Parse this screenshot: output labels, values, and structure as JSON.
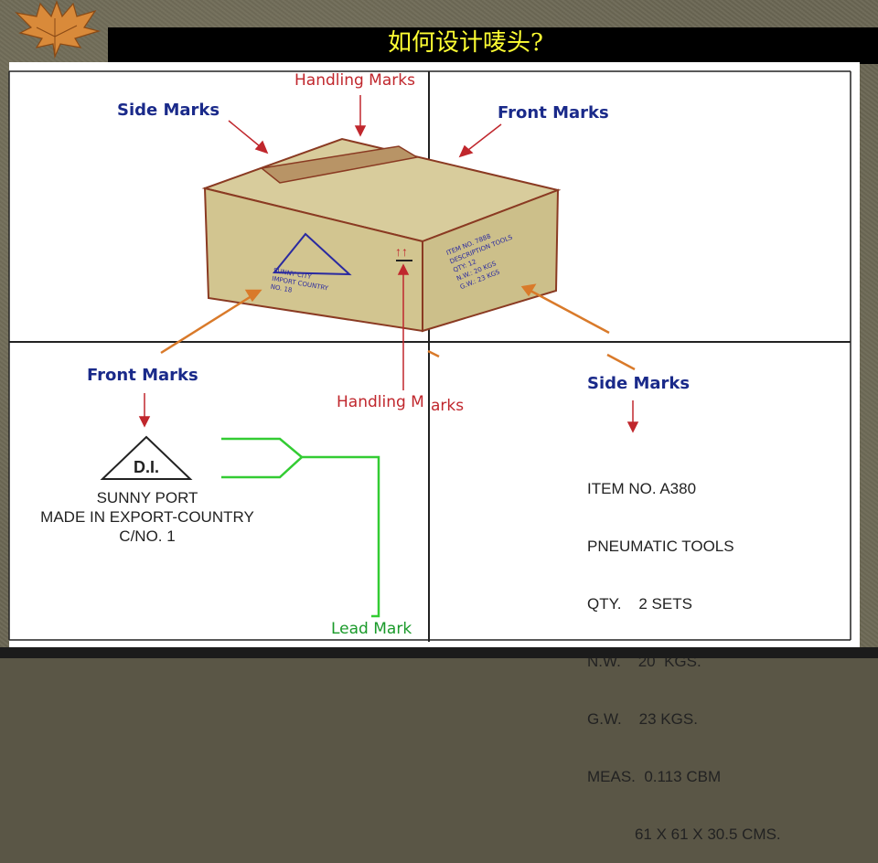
{
  "slide": {
    "title": "如何设计唛头?"
  },
  "labels": {
    "handling_marks_top": "Handling Marks",
    "side_marks_top": "Side Marks",
    "front_marks_top": "Front Marks",
    "front_marks_bottom": "Front Marks",
    "handling_marks_bottom_a": "Handling M",
    "handling_marks_bottom_b": "arks",
    "side_marks_bottom": "Side Marks",
    "lead_mark": "Lead Mark"
  },
  "box": {
    "front_lines": [
      "SUNNY CITY",
      "IMPORT COUNTRY",
      "NO. 18"
    ],
    "side_lines": [
      "ITEM NO. 7888",
      "DESCRIPTION TOOLS",
      "QTY: 12",
      "N.W.: 20 KGS",
      "G.W.: 23 KGS"
    ],
    "handling_glyph": "↑↑"
  },
  "front_mark": {
    "triangle_text": "D.I.",
    "lines": [
      "SUNNY PORT",
      "MADE IN EXPORT-COUNTRY",
      "C/NO. 1"
    ]
  },
  "side_mark": {
    "lines": [
      "ITEM NO. A380",
      "PNEUMATIC TOOLS",
      "QTY.    2 SETS",
      "N.W.    20  KGS.",
      "G.W.    23 KGS.",
      "MEAS.  0.113 CBM",
      "           61 X 61 X 30.5 CMS."
    ]
  },
  "colors": {
    "title": "#ffff33",
    "label_blue": "#1a2a8a",
    "arrow_red": "#c0272d",
    "lead_green": "#33cc33",
    "box_fill": "#d6c99a",
    "box_edge": "#8a3a22"
  }
}
